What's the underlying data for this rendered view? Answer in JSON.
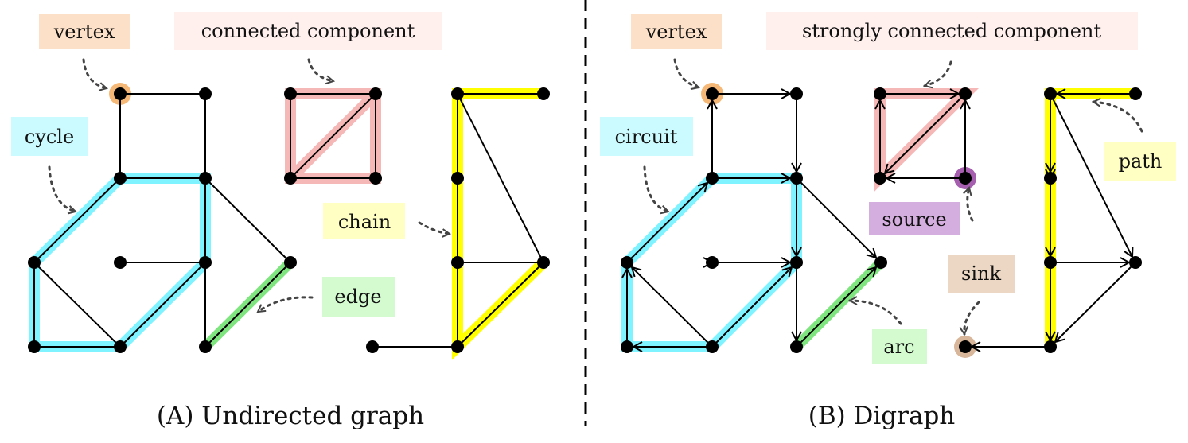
{
  "colors": {
    "vertex_label": "#fde0c8",
    "component_label": "#fff0ee",
    "cycle_label": "#ccfbff",
    "chain_label": "#ffffc4",
    "edge_label": "#d4fbd0",
    "source_label": "#d4aede",
    "sink_label": "#ecd7c4",
    "cycle_highlight": "#7ff3ff",
    "component_highlight": "#f6b7b7",
    "chain_highlight": "#ffff00",
    "edge_highlight": "#7fe57f",
    "vertex_highlight": "#f6b877",
    "source_highlight": "#a65fae",
    "sink_highlight": "#d8b69a",
    "stroke": "#000000",
    "callout": "#444444"
  },
  "panelA": {
    "caption": "(A) Undirected graph",
    "labels": {
      "vertex": "vertex",
      "component": "connected component",
      "cycle": "cycle",
      "chain": "chain",
      "edge": "edge"
    }
  },
  "panelB": {
    "caption": "(B) Digraph",
    "labels": {
      "vertex": "vertex",
      "component": "strongly connected component",
      "circuit": "circuit",
      "path": "path",
      "source": "source",
      "sink": "sink",
      "arc": "arc"
    }
  }
}
